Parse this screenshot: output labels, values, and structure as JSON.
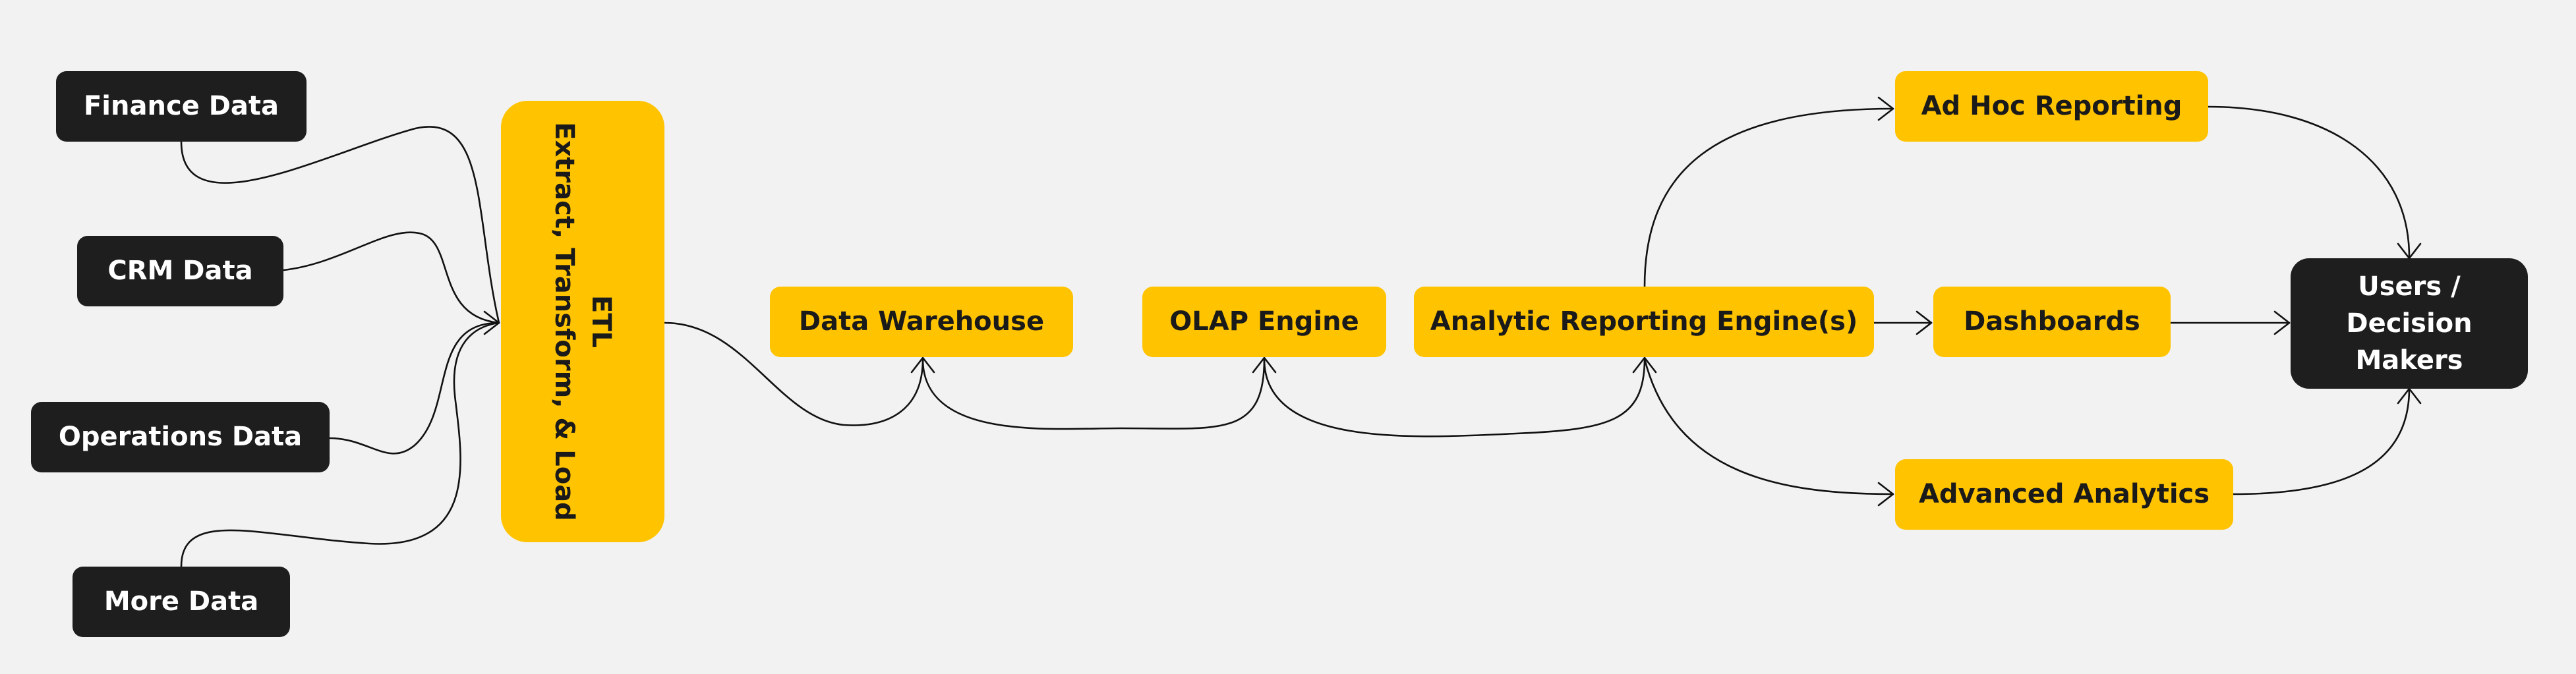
{
  "sources": [
    {
      "id": "finance",
      "label": "Finance Data"
    },
    {
      "id": "crm",
      "label": "CRM Data"
    },
    {
      "id": "operations",
      "label": "Operations Data"
    },
    {
      "id": "more",
      "label": "More Data"
    }
  ],
  "etl": {
    "title": "ETL",
    "subtitle": "Extract, Transform, & Load"
  },
  "pipeline": {
    "warehouse": "Data Warehouse",
    "olap": "OLAP Engine",
    "engine": "Analytic Reporting Engine(s)"
  },
  "outputs": {
    "adhoc": "Ad Hoc Reporting",
    "dashboards": "Dashboards",
    "advanced": "Advanced Analytics"
  },
  "users": {
    "label": "Users / Decision Makers"
  },
  "colors": {
    "accent": "#ffc300",
    "dark": "#1e1e1e",
    "background": "#f2f2f2",
    "line": "#111111"
  }
}
